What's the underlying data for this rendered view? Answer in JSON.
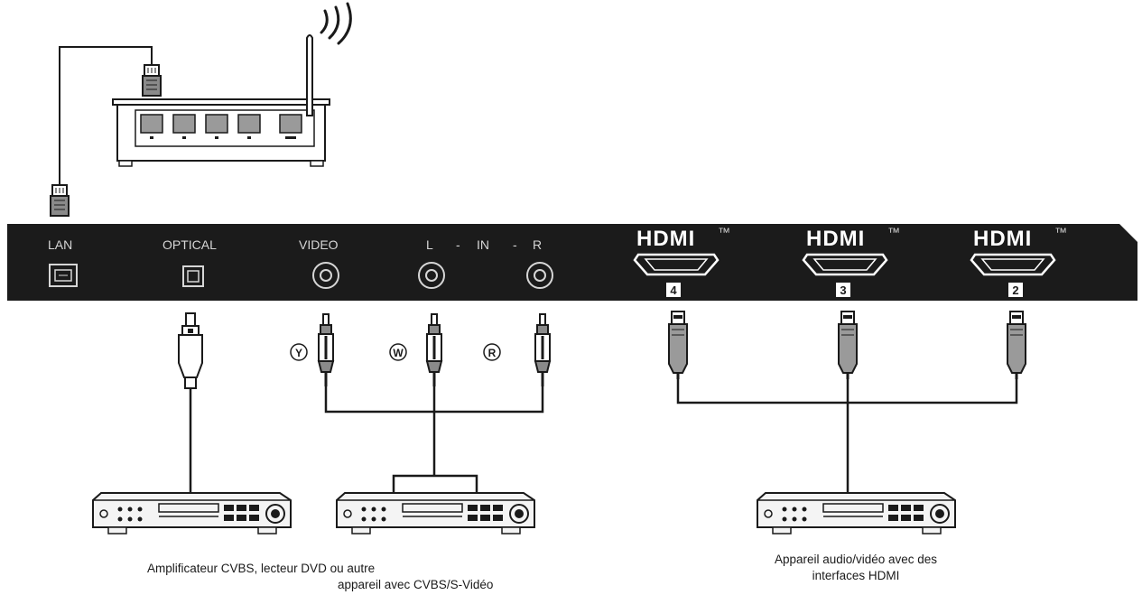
{
  "panel": {
    "labels": {
      "lan": "LAN",
      "optical": "OPTICAL",
      "video": "VIDEO",
      "l": "L",
      "dash1": "-",
      "in": "IN",
      "dash2": "-",
      "r": "R"
    },
    "hdmi_logo": "HDMI",
    "tm": "™",
    "hdmi_ports": [
      {
        "number": "4"
      },
      {
        "number": "3"
      },
      {
        "number": "2"
      }
    ]
  },
  "rca_markers": {
    "y": "Y",
    "w": "W",
    "r": "R"
  },
  "captions": {
    "left_line1": "Amplificateur CVBS, lecteur DVD ou autre",
    "left_line2": "appareil avec CVBS/S-Vidéo",
    "right_line1": "Appareil audio/vidéo avec des",
    "right_line2": "interfaces HDMI"
  },
  "colors": {
    "panel": "#1b1b1b",
    "line": "#1a1a1a",
    "device": "#f4f4f4"
  }
}
